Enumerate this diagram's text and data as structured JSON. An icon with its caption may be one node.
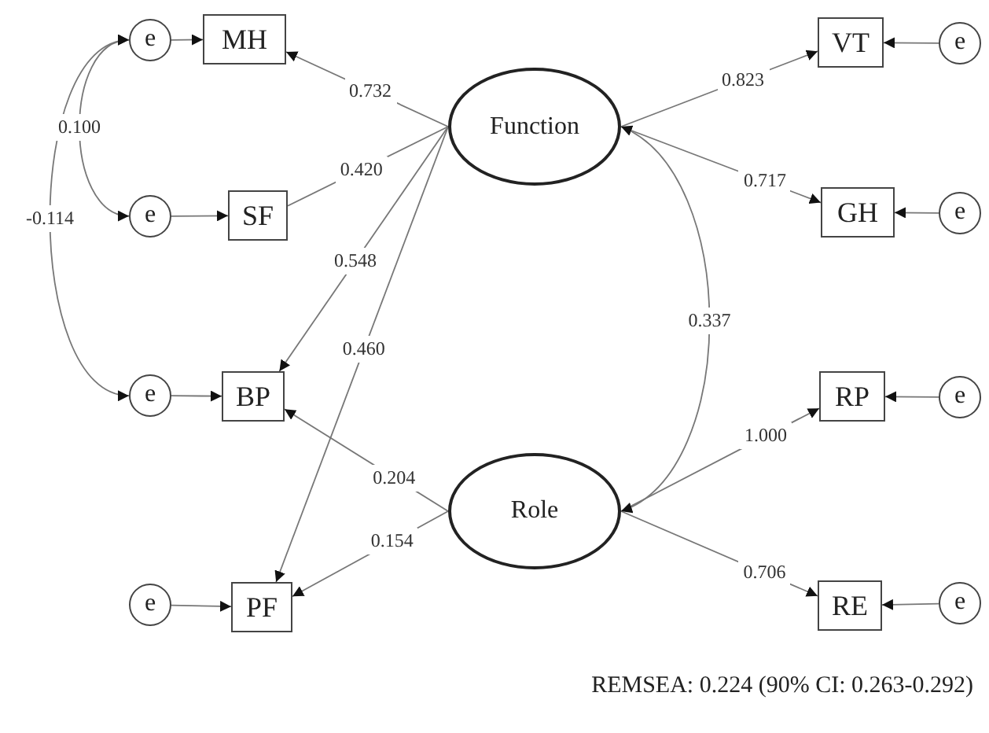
{
  "diagram": {
    "caption": "REMSEA: 0.224 (90% CI: 0.263-0.292)",
    "nodes": [
      {
        "text": [
          "Function"
        ]
      },
      {
        "text": [
          "Role"
        ]
      },
      {
        "text": [
          "MH"
        ]
      },
      {
        "text": [
          "SF"
        ]
      },
      {
        "text": [
          "BP"
        ]
      },
      {
        "text": [
          "PF"
        ]
      },
      {
        "text": [
          "VT"
        ]
      },
      {
        "text": [
          "GH"
        ]
      },
      {
        "text": [
          "RP"
        ]
      },
      {
        "text": [
          "RE"
        ]
      },
      {
        "text": [
          "e"
        ]
      },
      {
        "text": [
          "e"
        ]
      },
      {
        "text": [
          "e"
        ]
      },
      {
        "text": [
          "e"
        ]
      },
      {
        "text": [
          "e"
        ]
      },
      {
        "text": [
          "e"
        ]
      },
      {
        "text": [
          "e"
        ]
      },
      {
        "text": [
          "e"
        ]
      }
    ],
    "edges": [
      {
        "from": 0,
        "to": 2,
        "arrow": "to",
        "label": "0.732"
      },
      {
        "from": 0,
        "to": 3,
        "arrow": "none",
        "label": "0.420"
      },
      {
        "from": 0,
        "to": 4,
        "arrow": "to",
        "label": "0.548"
      },
      {
        "from": 0,
        "to": 5,
        "arrow": "to",
        "label": "0.460"
      },
      {
        "from": 1,
        "to": 4,
        "arrow": "to",
        "label": "0.204"
      },
      {
        "from": 1,
        "to": 5,
        "arrow": "to",
        "label": "0.154"
      },
      {
        "from": 0,
        "to": 6,
        "arrow": "to",
        "label": "0.823"
      },
      {
        "from": 0,
        "to": 7,
        "arrow": "to",
        "label": "0.717"
      },
      {
        "from": 1,
        "to": 8,
        "arrow": "to",
        "label": "1.000"
      },
      {
        "from": 1,
        "to": 9,
        "arrow": "to",
        "label": "0.706"
      },
      {
        "from": 1,
        "to": 0,
        "arrow": "both",
        "label": "0.337"
      },
      {
        "from": 10,
        "to": 11,
        "arrow": "both",
        "label": "0.100"
      },
      {
        "from": 10,
        "to": 12,
        "arrow": "both",
        "label": "-0.114"
      },
      {
        "from": 10,
        "to": 2,
        "arrow": "to"
      },
      {
        "from": 11,
        "to": 3,
        "arrow": "to"
      },
      {
        "from": 12,
        "to": 4,
        "arrow": "to"
      },
      {
        "from": 13,
        "to": 5,
        "arrow": "to"
      },
      {
        "from": 14,
        "to": 6,
        "arrow": "to"
      },
      {
        "from": 15,
        "to": 7,
        "arrow": "to"
      },
      {
        "from": 16,
        "to": 8,
        "arrow": "to"
      },
      {
        "from": 17,
        "to": 9,
        "arrow": "to"
      }
    ]
  }
}
